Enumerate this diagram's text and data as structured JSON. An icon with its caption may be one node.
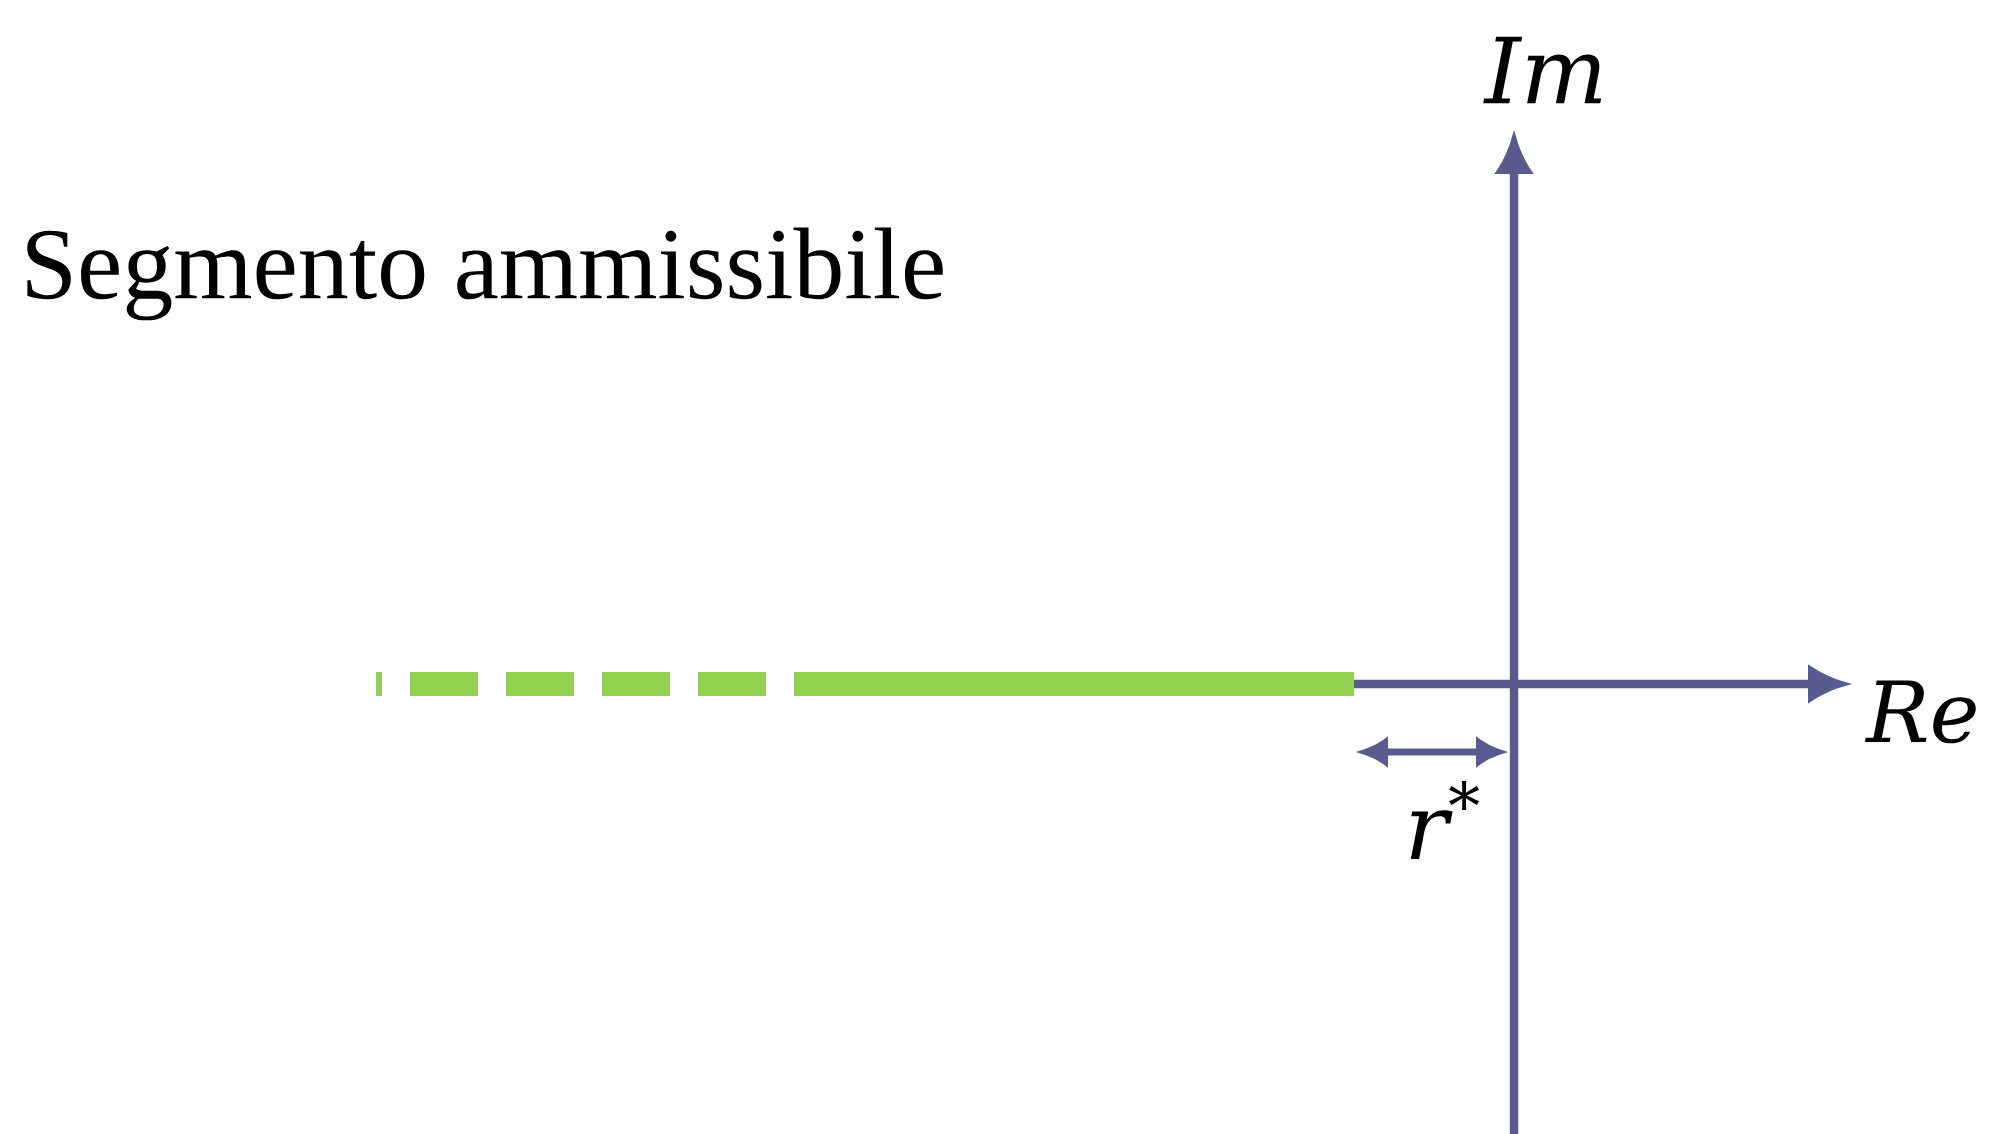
{
  "diagram": {
    "labels": [
      "Im",
      "Segmento ammissibile",
      "Re",
      "r$^{*}$"
    ]
  }
}
